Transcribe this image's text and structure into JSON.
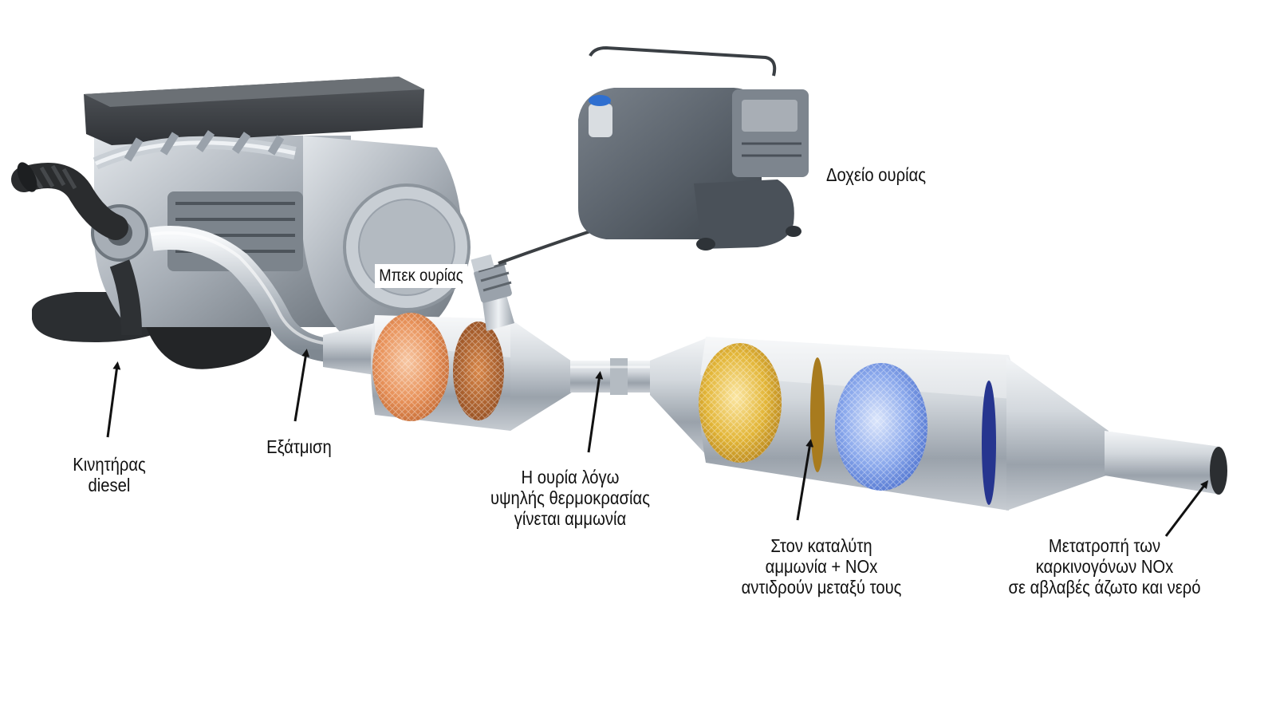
{
  "labels": {
    "urea_tank": [
      "Δοχείο ουρίας"
    ],
    "urea_injector": [
      "Μπεκ ουρίας"
    ],
    "engine": [
      "Κινητήρας",
      "diesel"
    ],
    "exhaust": [
      "Εξάτμιση"
    ],
    "ammonia": [
      "Η ουρία λόγω",
      "υψηλής θερμοκρασίας",
      "γίνεται αμμωνία"
    ],
    "catalyst": [
      "Στον καταλύτη",
      "αμμωνία + NOx",
      "αντιδρούν μεταξύ τους"
    ],
    "conversion": [
      "Μετατροπή των",
      "καρκινογόνων NOx",
      "σε αβλαβές άζωτο και νερό"
    ]
  },
  "colors": {
    "steel": "#c9ced4",
    "steel_dark": "#8b939c",
    "engine_dark": "#3e4246",
    "engine_metal": "#b8bec5",
    "tank_body": "#5f6770",
    "tank_cap": "#2f6fd0",
    "filter_orange": "#e8925a",
    "filter_copper": "#b8652e",
    "filter_gold": "#e3b638",
    "filter_blue": "#6f95e3",
    "ring_blue": "#26358f",
    "ring_gold": "#a87b1e"
  }
}
